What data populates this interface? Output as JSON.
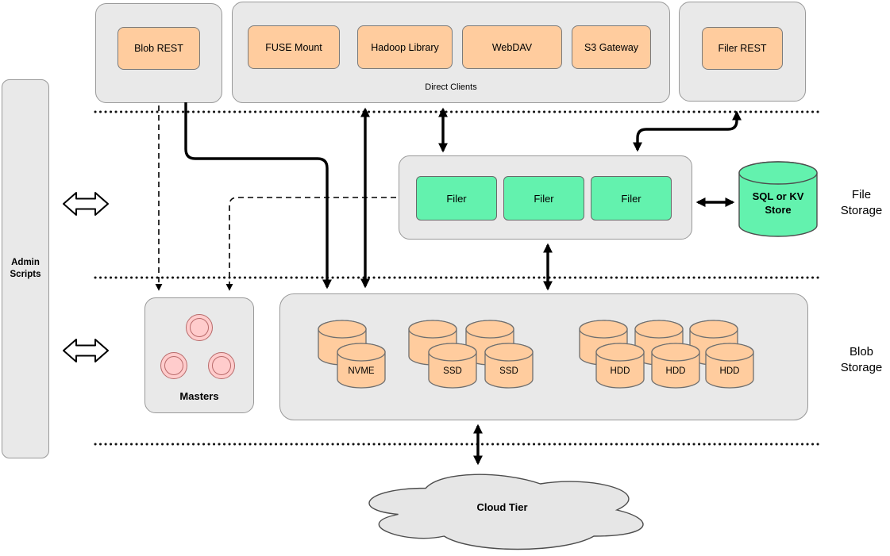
{
  "colors": {
    "container-gray": "#e9e9e9",
    "container-border": "#999999",
    "orange": "#ffcc9e",
    "green": "#63f2ae",
    "pink": "#ffcccc",
    "pink-border": "#b86b6b",
    "cloud-gray": "#e6e6e6"
  },
  "admin": {
    "label": "Admin Scripts"
  },
  "top_row": {
    "blob_rest": "Blob REST",
    "direct_clients_label": "Direct Clients",
    "clients": [
      "FUSE Mount",
      "Hadoop Library",
      "WebDAV",
      "S3 Gateway"
    ],
    "filer_rest": "Filer REST"
  },
  "file_storage": {
    "section_label": "File Storage",
    "filers": [
      "Filer",
      "Filer",
      "Filer"
    ],
    "kv_store": "SQL or KV Store"
  },
  "blob_storage": {
    "section_label": "Blob Storage",
    "masters": "Masters",
    "disks": [
      "NVME",
      "SSD",
      "SSD",
      "HDD",
      "HDD",
      "HDD"
    ]
  },
  "cloud": {
    "label": "Cloud Tier"
  }
}
